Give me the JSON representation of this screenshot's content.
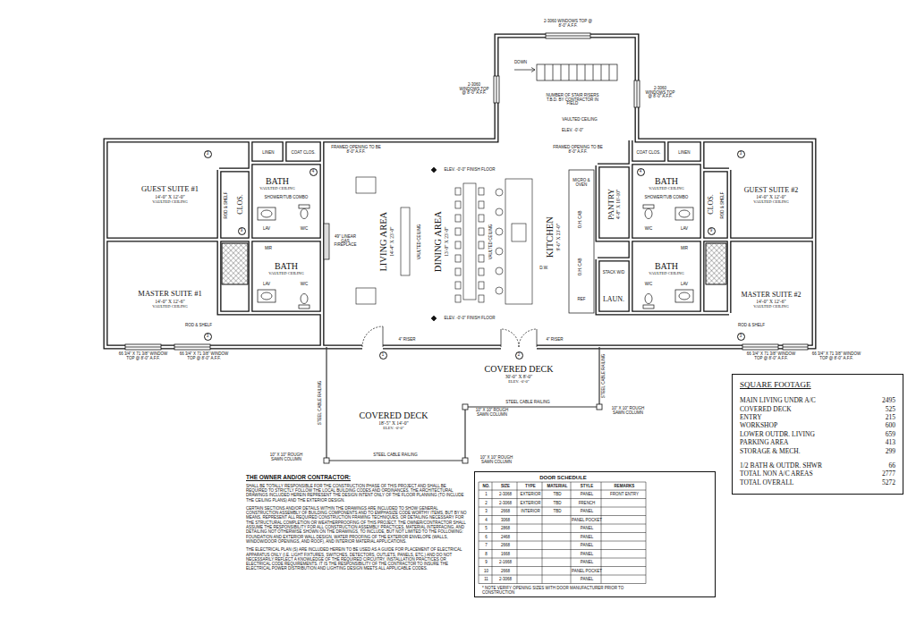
{
  "diagram": {
    "nodes": [
      {
        "text": [
          "GUEST SUITE #1",
          "14'-0\" X 12'-0\"",
          "VAULTED CEILING"
        ]
      },
      {
        "text": [
          "CLOS."
        ]
      },
      {
        "text": [
          "BATH",
          "VAULTED CEILING"
        ]
      },
      {
        "text": [
          "BATH",
          "VAULTED CEILING"
        ]
      },
      {
        "text": [
          "MASTER SUITE #1",
          "14'-0\" X 12'-6\"",
          "VAULTED CEILING"
        ]
      },
      {
        "text": [
          "LIVING AREA",
          "14'-4\" X 23'-0\""
        ]
      },
      {
        "text": [
          "DINING AREA",
          "13'-0\" X 23'-0\""
        ]
      },
      {
        "text": [
          "KITCHEN",
          "9'-6\" X 23'-0\""
        ]
      },
      {
        "text": [
          "PANTRY",
          "4'-8\" X 10'-10\""
        ]
      },
      {
        "text": [
          "LAUN."
        ]
      },
      {
        "text": [
          "BATH",
          "VAULTED CEILING"
        ]
      },
      {
        "text": [
          "BATH",
          "VAULTED CEILING"
        ]
      },
      {
        "text": [
          "CLOS."
        ]
      },
      {
        "text": [
          "GUEST SUITE #2",
          "14'-0\" X 12'-0\"",
          "VAULTED CEILING"
        ]
      },
      {
        "text": [
          "MASTER SUITE #2",
          "14'-0\" X 12'-6\"",
          "VAULTED CEILING"
        ]
      },
      {
        "text": [
          "COVERED DECK",
          "30'-0\" X 8'-0\"",
          "ELEV. -0'-0\""
        ]
      },
      {
        "text": [
          "COVERED DECK",
          "18'-5\" X 14'-0\"",
          "ELEV. -0'-0\""
        ]
      },
      {
        "text": [
          "SQUARE FOOTAGE",
          "MAIN LIVING UNDR A/C",
          "2495",
          "COVERED DECK",
          "525",
          "ENTRY",
          "215",
          "WORKSHOP",
          "600",
          "LOWER OUTDR. LIVING",
          "659",
          "PARKING AREA",
          "413",
          "STORAGE & MECH.",
          "299",
          "1/2 BATH & OUTDR. SHWR",
          "66",
          "TOTAL NON A/C AREAS",
          "2777",
          "TOTAL OVERALL",
          "5272"
        ]
      },
      {
        "text": [
          "THE OWNER AND/OR CONTRACTOR:",
          "SHALL BE TOTALLY RESPONSIBLE FOR THE CONSTRUCTION PHASE OF THIS PROJECT AND SHALL BE REQUIRED TO STRICTLY FOLLOW THE LOCAL BUILDING CODES AND ORDINANCES. THE ARCHITECTURAL DRAWINGS INCLUDED HEREIN REPRESENT THE DESIGN INTENT ONLY OF THE FLOOR PLANNING (TO INCLUDE THE CEILING PLANS) AND THE EXTERIOR DESIGN.",
          "CERTAIN SECTIONS AND/OR DETAILS WITHIN THE DRAWINGS ARE INCLUDED TO SHOW GENERAL CONSTRUCTION ASSEMBLY OF BUILDING COMPONENTS AND TO EMPHASIZE CODE WORTHY ITEMS, BUT BY NO MEANS, REPRESENT ALL REQUIRED CONSTRUCTION FRAMING TECHNIQUES, OR DETAILING NECESSARY FOR THE STRUCTURAL COMPLETION OR WEATHERPROOFING OF THIS PROJECT. THE OWNER/CONTRACTOR SHALL ASSUME THE RESPONSIBILITY FOR ALL CONSTRUCTION ASSEMBLY PRACTICES, MATERIAL INTERFACING, AND DETAILING NOT OTHERWISE SHOWN ON THE DRAWINGS, TO INCLUDE, BUT NOT LIMITED TO THE FOLLOWING: FOUNDATION AND EXTERIOR WALL DESIGN, WATER PROOFING OF THE EXTERIOR ENVELOPE (WALLS, WINDOW/DOOR OPENINGS, AND ROOF), AND INTERIOR MATERIAL APPLICATIONS.",
          "THE ELECTRICAL PLAN (S) ARE INCLUDED HEREIN TO BE USED AS A GUIDE FOR PLACEMENT OF ELECTRICAL APPARATUS ONLY (I.E. LIGHT FIXTURES, SWITCHES, DETECTORS, OUTLETS, PANELS, ETC.) AND DO NOT NECESSARILY REFLECT A KNOWLEDGE OF THE REQUIRED CIRCUITRY, INSTALLATION PRACTICES OR ELECTRICAL CODE REQUIREMENTS. IT IS THE RESPONSIBILITY OF THE CONTRACTOR TO INSURE THE ELECTRICAL POWER DISTRIBUTION AND LIGHTING DESIGN MEETS ALL APPLICABLE CODES."
        ]
      },
      {
        "text": [
          "DOOR SCHEDULE",
          "NO.",
          "SIZE",
          "TYPE",
          "MATERIAL",
          "STYLE",
          "REMARKS",
          "1",
          "2-3068",
          "EXTERIOR",
          "TBD",
          "PANEL",
          "FRONT ENTRY",
          "2",
          "2-3068",
          "EXTERIOR",
          "TBD",
          "FRENCH",
          "3",
          "2668",
          "INTERIOR",
          "TBD",
          "PANEL",
          "4",
          "3068",
          "PANEL POCKET",
          "5",
          "2868",
          "PANEL",
          "6",
          "2468",
          "PANEL",
          "7",
          "2668",
          "PANEL",
          "8",
          "1668",
          "PANEL",
          "9",
          "2-1668",
          "PANEL",
          "10",
          "2668",
          "PANEL POCKET",
          "11",
          "2-3068",
          "PANEL",
          "* NOTE VERIFY OPENING SIZES WITH DOOR MANUFACTURER PRIOR TO CONSTRUCTION"
        ]
      }
    ],
    "labels": [
      "2-3060 WINDOWS TOP @ 8'-0\" A.F.F.",
      "DOWN",
      "NUMBER OF STAIR RISERS T.B.D. BY CONTRACTOR IN FIELD",
      "2-3060 WINDOWS TOP @ 8'-0\" A.F.F.",
      "2-3060 WINDOWS TOP @ 8'-0\" A.F.F.",
      "VAULTED CEILING",
      "ELEV. -0'-0\"",
      "FRAMED OPENING TO BE 8'-0\" A.F.F.",
      "FRAMED OPENING TO BE 8'-0\" A.F.F.",
      "ELEV. -0'-0\" FINISH FLOOR",
      "ELEV. -0'-0\" FINISH FLOOR",
      "49\" LINEAR GAS FIREPLACE",
      "VAULTED CEILING",
      "VAULTED CEILING",
      "LINEN",
      "COAT CLOS.",
      "SHOWER/TUB COMBO",
      "LAV",
      "W/C",
      "MIR",
      "LAV",
      "W/C",
      "ROD & SHELF",
      "ROD & SHELF",
      "COAT CLOS.",
      "LINEN",
      "SHOWER/TUB COMBO",
      "W/C",
      "LAV",
      "MIR",
      "W/C",
      "LAV",
      "ROD & SHELF",
      "ROD & SHELF",
      "MICRO & OVEN",
      "O.H. CAB",
      "D.W.",
      "O.H. CAB",
      "REF",
      "STACK W/D",
      "4\" RISER",
      "4\" RISER",
      "66 3/4\" X 71 3/8\" WINDOW TOP @ 8'-0\" A.F.F.",
      "66 3/4\" X 71 3/8\" WINDOW TOP @ 8'-0\" A.F.F.",
      "66 3/4\" X 71 3/8\" WINDOW TOP @ 8'-0\" A.F.F.",
      "66 3/4\" X 71 3/8\" WINDOW TOP @ 8'-0\" A.F.F.",
      "STEEL CABLE RAILING",
      "STEEL CABLE RAILING",
      "STEEL CABLE RAILING",
      "STEEL CABLE RAILING",
      "10\" X 10\" ROUGH SAWN COLUMN",
      "10\" X 10\" ROUGH SAWN COLUMN",
      "10\" X 10\" ROUGH SAWN COLUMN",
      "10\" X 10\" ROUGH SAWN COLUMN",
      "1",
      "2",
      "3",
      "3",
      "3",
      "3",
      "9",
      "9",
      "4",
      "4"
    ]
  }
}
